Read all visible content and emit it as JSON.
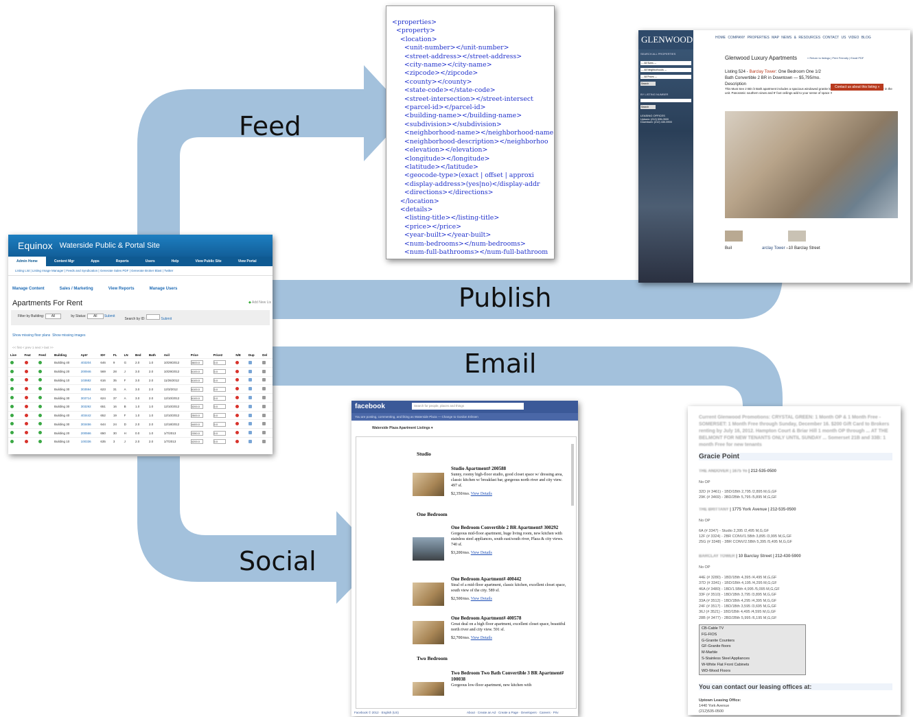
{
  "labels": {
    "feed": "Feed",
    "publish": "Publish",
    "email": "Email",
    "social": "Social"
  },
  "colors": {
    "arrow": "#a3c1dc",
    "admin_blue": "#1a6fae",
    "facebook_blue": "#3b5998",
    "cta_red": "#b83a1e"
  },
  "admin": {
    "app_name": "Equinox",
    "site_name": "Waterside Public & Portal Site",
    "menu": [
      "Admin Home",
      "Content Mgr",
      "Apps",
      "Reports",
      "Users",
      "Help",
      "View Public Site",
      "View Portal"
    ],
    "submenu": "Listing List  |  Listing Image Manager  |  Feeds and Syndication  |  Generate Sales PDF  |  Generate Broker Blast  |  Twitter",
    "actions": [
      "Manage Content",
      "Sales / Marketing",
      "View Reports",
      "Manage Users"
    ],
    "title": "Apartments For Rent",
    "add_new": "Add New Lis",
    "filter_building": "Filter by Building:",
    "filter_building_value": "All",
    "filter_status": "by Status:",
    "filter_status_value": "All",
    "submit": "Submit",
    "search_id": "Search by ID:",
    "show_missing_plans": "Show missing floor plans",
    "show_missing_images": "Show missing images",
    "pager": "<< first  < prev   1   next >  last >>",
    "columns": [
      "Live",
      "Feat",
      "Feed",
      "Building",
      "Apt#",
      "ID#",
      "FL",
      "LN",
      "Bed",
      "Bath",
      "Avil",
      "Price",
      "Price2",
      "N/E",
      "Dup",
      "Del"
    ],
    "rows": [
      [
        "Building 40",
        "403204",
        "646",
        "9",
        "G",
        "2.0",
        "1.0",
        "10/29/2012",
        "3600.0",
        "0.0"
      ],
      [
        "Building 20",
        "200946",
        "569",
        "28",
        "J",
        "3.0",
        "2.0",
        "10/29/2012",
        "6100.0",
        "0.0"
      ],
      [
        "Building 10",
        "103682",
        "616",
        "35",
        "F",
        "3.0",
        "2.0",
        "11/26/2012",
        "6100.0",
        "0.0"
      ],
      [
        "Building 30",
        "303594",
        "623",
        "31",
        "A",
        "3.0",
        "2.0",
        "12/3/2012",
        "6100.0",
        "0.0"
      ],
      [
        "Building 30",
        "303714",
        "624",
        "37",
        "A",
        "3.0",
        "2.0",
        "12/10/2012",
        "6100.0",
        "0.0"
      ],
      [
        "Building 30",
        "303292",
        "651",
        "16",
        "B",
        "1.0",
        "1.0",
        "12/10/2012",
        "3200.0",
        "0.0"
      ],
      [
        "Building 40",
        "403442",
        "652",
        "19",
        "F",
        "1.0",
        "1.0",
        "12/10/2012",
        "2500.0",
        "0.0"
      ],
      [
        "Building 30",
        "303456",
        "644",
        "24",
        "D",
        "2.0",
        "2.0",
        "12/18/2012",
        "4400.0",
        "0.0"
      ],
      [
        "Building 20",
        "200566",
        "650",
        "30",
        "H",
        "0.0",
        "1.0",
        "1/7/2013",
        "2350.0",
        "0.0"
      ],
      [
        "Building 10",
        "100336",
        "635",
        "3",
        "J",
        "2.0",
        "2.0",
        "1/7/2013",
        "4200.0",
        "0.0"
      ]
    ]
  },
  "xml": {
    "lines": [
      "<properties>",
      "  <property>",
      "    <location>",
      "      <unit-number></unit-number>",
      "      <street-address></street-address>",
      "      <city-name></city-name>",
      "      <zipcode></zipcode>",
      "      <county></county>",
      "      <state-code></state-code>",
      "      <street-intersection></street-intersect",
      "      <parcel-id></parcel-id>",
      "      <building-name></building-name>",
      "      <subdivision></subdivision>",
      "      <neighborhood-name></neighborhood-name>",
      "      <neighborhood-description></neighborhoo",
      "      <elevation></elevation>",
      "      <longitude></longitude>",
      "      <latitude></latitude>",
      "      <geocode-type>(exact | offset | approxi",
      "      <display-address>(yes|no)</display-addr",
      "      <directions></directions>",
      "    </location>",
      "    <details>",
      "      <listing-title></listing-title>",
      "      <price></price>",
      "      <year-built></year-built>",
      "      <num-bedrooms></num-bedrooms>",
      "      <num-full-bathrooms></num-full-bathroom"
    ]
  },
  "glenwood": {
    "brand": "GLENWOOD",
    "nav": "HOME  COMPANY  PROPERTIES  MAP  NEWS & RESOURCES  CONTACT US  VIDEO  BLOG",
    "heading": "Glenwood Luxury Apartments",
    "links": "« Return to listings | Print Friendly | Email PDF",
    "listing_line1_a": "Listing 524 - ",
    "listing_building": "Barclay Tower",
    "listing_line1_b": ": One Bedroom One 1/2",
    "listing_line2": "Bath Convertible 2 BR in Downtown — $5,795/mo.",
    "description_label": "Description",
    "cta": "Contact us about this listing »",
    "description": "This Must See 2 BD /2 Bath apartment includes a spacious windowed granite kitchen, marble baths and a washer/dryer in the unit. Panoramic southern views and 9' foot ceilings add to your sense of space !!",
    "search_all": "SEARCH ALL PROPERTIES",
    "all_sizes": "--- All Sizes ---",
    "all_neighborhoods": "--- All Neighborhoods ---",
    "all_prices": "--- All Prices ---",
    "search": "Search",
    "by_listing": "BY LISTING NUMBER",
    "leasing": "LEASING OFFICES",
    "uptown": "Uptown: (212) 535-0500",
    "downtown": "Downtown: (212) 430-5900",
    "caption_a": "Buil",
    "caption_b": "arclay Tower",
    "caption_c": " –10 Barclay Street"
  },
  "facebook": {
    "logo": "facebook",
    "search_placeholder": "Search for people, places and things",
    "posting_as": "You are posting, commenting, and liking as Waterside Plaza — Change to Gordon Eriksen",
    "page_selector": "Waterside Plaza   Apartment Listings",
    "sections": {
      "studio": "Studio",
      "one_bedroom": "One Bedroom",
      "two_bedroom": "Two Bedroom"
    },
    "items": [
      {
        "title": "Studio Apartment# 200588",
        "desc": "Sunny, roomy high-floor studio, good closet space w/ dressing area, classic kitchen w/ breakfast bar, gorgeous north river and city view. 497 sf.",
        "price": "$2,350/mo.",
        "link": "View Details"
      },
      {
        "title": "One Bedroom Convertible 2 BR Apartment# 300292",
        "desc": "Gorgeous mid-floor apartment, huge living room, new kitchen with stainless steel appliances, south east/south river, Plaza & city views. 740 sf.",
        "price": "$3,200/mo.",
        "link": "View Details"
      },
      {
        "title": "One Bedroom Apartment# 400442",
        "desc": "Steal of a mid-floor apartment, classic kitchen, excellent closet space, south view of the city. 589 sf.",
        "price": "$2,500/mo.",
        "link": "View Details"
      },
      {
        "title": "One Bedroom Apartment# 400578",
        "desc": "Great deal on a high floor apartment, excellent closet space, beautiful north river and city view. 591 sf.",
        "price": "$2,700/mo.",
        "link": "View Details"
      },
      {
        "title": "Two Bedroom Two Bath Convertible 3 BR Apartment# 100038",
        "desc": "Gorgeous low-floor apartment, new kitchen with",
        "price": "",
        "link": ""
      }
    ],
    "footer_left": "Facebook © 2012 · English (US)",
    "footer_right": "About · Create an Ad · Create a Page · Developers · Careers · Priv"
  },
  "email": {
    "header_blur": "Current Glenwood Promotions: CRYSTAL GREEN: 1 Month OP & 1 Month Free - SOMERSET: 1 Month Free through Sunday, December 16. $200 Gift Card to Brokers renting by July 16, 2012. Hampton Court & Briar Hill 1 month OP through ... AT THE BELMONT FOR NEW TENANTS ONLY UNTIL SUNDAY ... Somerset 21B and 33B: 1 month Free for new tenants",
    "section1": "Gracie Point",
    "b1_head_blur": "THE ANDOVER | 1675 Yo",
    "b1_head": " | 212-535-0500",
    "b1_noop": "No OP",
    "b1_units": [
      {
        "unit": "32D",
        "text": " (# 3461) - 1BD/1Bth 2,795 /2,895 M,G,GF"
      },
      {
        "unit": "29K",
        "text": " (# 3469) - 3BD/2Bth 5,795 /5,895 M,G,GF"
      }
    ],
    "b2_head_blur": "THE BRITTANY",
    "b2_head": " | 1775 York Avenue | 212-535-0500",
    "b2_noop": "No OP",
    "b2_units": [
      {
        "unit": "6A",
        "text": " (# 3347) - Studio 2,395 /2,495 M,G,GF"
      },
      {
        "unit": "12F",
        "text": " (# 3324) - 2BR CONV/1.5Bth 3,895 /3,995 M,G,GF"
      },
      {
        "unit": "25G",
        "text": " (# 3348) - 3BR CONV/2.5Bth 5,395 /5,495 M,G,GF"
      }
    ],
    "b3_head_blur": "BARCLAY TOWER",
    "b3_head": " | 10 Barclay Street | 212-430-5900",
    "b3_noop": "No OP",
    "b3_units": [
      {
        "unit": "",
        "text": "44E (# 3280) - 1BD/1Bth 4,395 /4,495 M,G,GF"
      },
      {
        "unit": "",
        "text": "37D (# 3341) - 1BD/1Bth 4,195 /4,295 M,G,GF"
      },
      {
        "unit": "46A",
        "text": " (# 3480) - 1BD/1.5Bth 4,995 /5,095 M,G,GF"
      },
      {
        "unit": "33F",
        "text": " (# 3510) - 1BD/1Bth 3,795 /3,895 M,G,GF"
      },
      {
        "unit": "",
        "text": "33A (# 3512) - 1BD/1Bth 4,295 /4,395 M,G,GF"
      },
      {
        "unit": "24F",
        "text": " (# 3517) - 1BD/1Bth 3,595 /3,695 M,G,GF"
      },
      {
        "unit": "36J",
        "text": " (# 3521) - 1BD/1Bth 4,495 /4,595 M,G,GF"
      },
      {
        "unit": "28B",
        "text": " (# 3477) - 2BD/2Bth 5,995 /6,195 M,G,GF"
      }
    ],
    "legend": [
      "CB-Cable TV",
      "FG-FIOS",
      "G-Granite Counters",
      "GF-Granite floors",
      "M-Marble",
      "S-Stainless Steel Appliances",
      "W-White Flat Front Cabinets",
      "WD-Wood Floors"
    ],
    "contact": "You can contact our leasing offices at:",
    "office_label": "Uptown Leasing Office:",
    "office_address": "1440 York Avenue",
    "office_phone": "(212)535-0500"
  }
}
